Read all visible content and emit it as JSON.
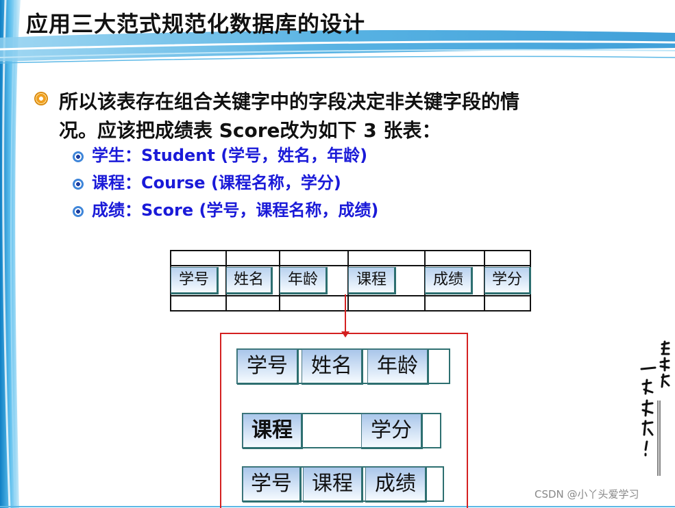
{
  "slide": {
    "title": "应用三大范式规范化数据库的设计",
    "bullet_main_line1": "所以该表存在组合关键字中的字段决定非关键字段的情",
    "bullet_main_line2": "况。应该把成绩表 Score改为如下 3 张表：",
    "sub_bullets": [
      "学生：Student (学号，姓名，年龄)",
      "课程：Course (课程名称，学分)",
      "成绩：Score (学号，课程名称，成绩)"
    ]
  },
  "original_table": {
    "cells": [
      "学号",
      "姓名",
      "年龄",
      "课程",
      "成绩",
      "学分"
    ]
  },
  "split_tables": {
    "student_row": [
      "学号",
      "姓名",
      "年龄"
    ],
    "course_row": [
      "课程",
      "学分"
    ],
    "score_row": [
      "学号",
      "课程",
      "成绩"
    ]
  },
  "watermark": "CSDN @小丫头爱学习",
  "colors": {
    "sub_bullet_text": "#1a1ad8",
    "arrow_and_box": "#d42020",
    "header_wave": "#2a9bd8"
  },
  "icons": {
    "main_bullet": "orange-target-bullet-icon",
    "sub_bullet": "blue-target-bullet-icon"
  }
}
